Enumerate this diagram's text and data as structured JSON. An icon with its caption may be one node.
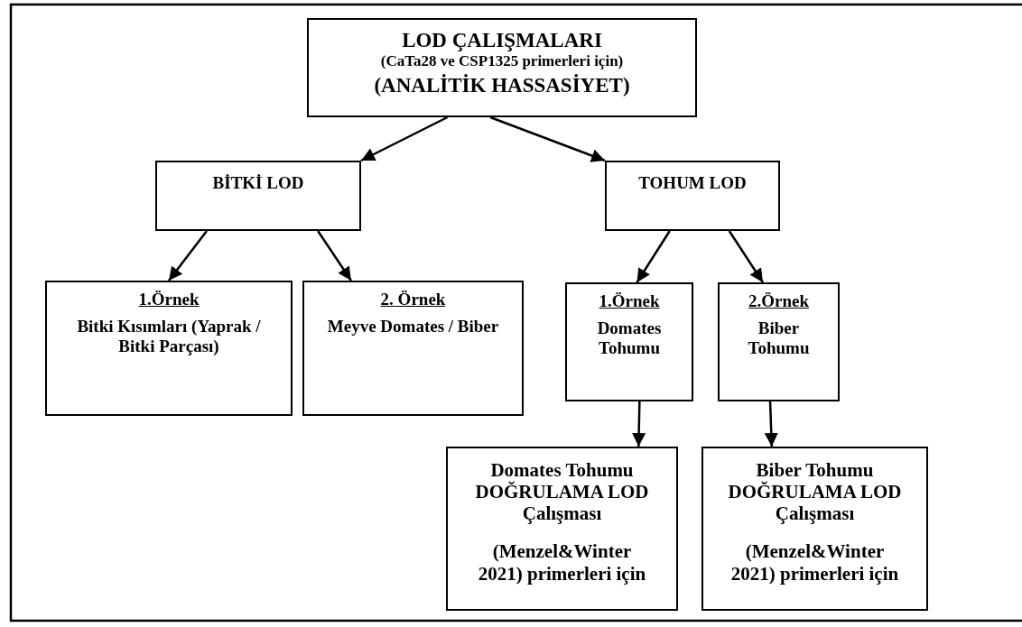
{
  "diagram": {
    "nodes": [
      {
        "text": [
          "LOD ÇALIŞMALARI",
          "(CaTa28 ve CSP1325 primerleri için)",
          "(ANALİTİK HASSASİYET)"
        ]
      },
      {
        "text": [
          "BİTKİ LOD"
        ]
      },
      {
        "text": [
          "TOHUM LOD"
        ]
      },
      {
        "text": [
          "1.Örnek",
          "Bitki Kısımları (Yaprak / Bitki Parçası)"
        ]
      },
      {
        "text": [
          "2. Örnek",
          "Meyve Domates / Biber"
        ]
      },
      {
        "text": [
          "1.Örnek",
          "Domates Tohumu"
        ]
      },
      {
        "text": [
          "2.Örnek",
          "Biber Tohumu"
        ]
      },
      {
        "text": [
          "Domates Tohumu DOĞRULAMA LOD Çalışması",
          "(Menzel&Winter 2021) primerleri için"
        ]
      },
      {
        "text": [
          "Biber Tohumu DOĞRULAMA LOD Çalışması",
          "(Menzel&Winter 2021) primerleri için"
        ]
      }
    ],
    "edges": [
      {
        "from": 0,
        "to": 1,
        "arrow": "to"
      },
      {
        "from": 0,
        "to": 2,
        "arrow": "to"
      },
      {
        "from": 1,
        "to": 3,
        "arrow": "to"
      },
      {
        "from": 1,
        "to": 4,
        "arrow": "to"
      },
      {
        "from": 2,
        "to": 5,
        "arrow": "to"
      },
      {
        "from": 2,
        "to": 6,
        "arrow": "to"
      },
      {
        "from": 5,
        "to": 7,
        "arrow": "to"
      },
      {
        "from": 6,
        "to": 8,
        "arrow": "to"
      }
    ]
  }
}
